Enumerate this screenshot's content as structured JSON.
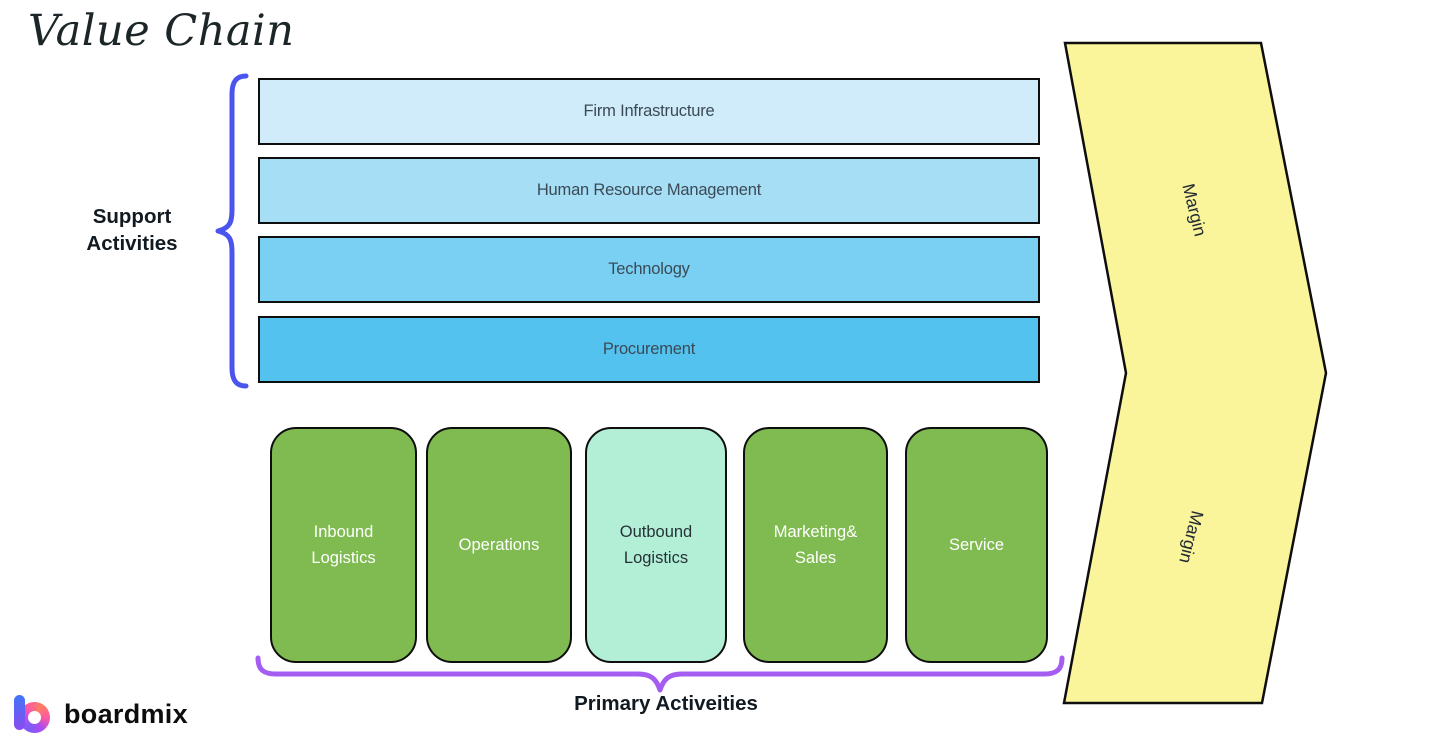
{
  "title": "Value Chain",
  "support": {
    "label": "Support\nActivities",
    "brace_color": "#4a55ee",
    "rows": [
      {
        "label": "Firm Infrastructure",
        "fill": "#d0ecfa"
      },
      {
        "label": "Human Resource Management",
        "fill": "#a6def6"
      },
      {
        "label": "Technology",
        "fill": "#79d0f3"
      },
      {
        "label": "Procurement",
        "fill": "#54c2ef"
      }
    ]
  },
  "primary": {
    "label": "Primary Activeities",
    "brace_color": "#a55df1",
    "boxes": [
      {
        "label": "Inbound Logistics",
        "fill": "#7fbb50",
        "text_color": "#ffffff"
      },
      {
        "label": "Operations",
        "fill": "#7fbb50",
        "text_color": "#ffffff"
      },
      {
        "label": "Outbound Logistics",
        "fill": "#b2efd6",
        "text_color": "#273238"
      },
      {
        "label": "Marketing& Sales",
        "fill": "#7fbb50",
        "text_color": "#ffffff"
      },
      {
        "label": "Service",
        "fill": "#7fbb50",
        "text_color": "#ffffff"
      }
    ]
  },
  "margin_arrow": {
    "fill": "#faf59b",
    "border": "#0e0e0e",
    "labels": [
      "Margin",
      "Margin"
    ]
  },
  "brand": {
    "name": "boardmix"
  }
}
